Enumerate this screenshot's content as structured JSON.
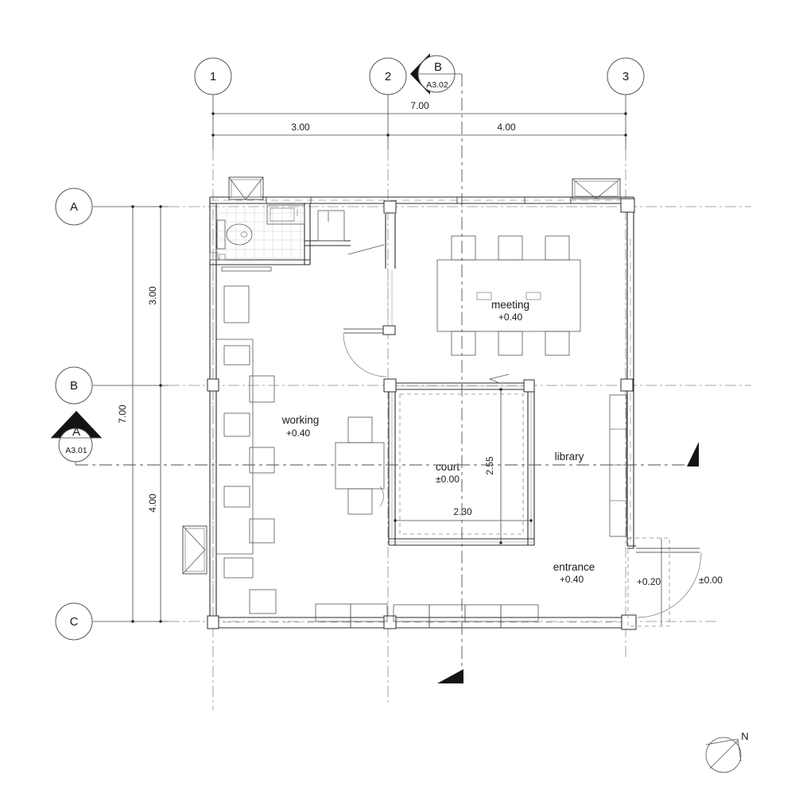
{
  "plan": {
    "grid": {
      "cols": [
        "1",
        "2",
        "3"
      ],
      "rows": [
        "A",
        "B",
        "C"
      ]
    },
    "dims": {
      "overall_w": "7.00",
      "w1": "3.00",
      "w2": "4.00",
      "overall_h": "7.00",
      "h1": "3.00",
      "h2": "4.00",
      "court_w": "2.30",
      "court_h": "2.55"
    },
    "rooms": {
      "meeting": {
        "name": "meeting",
        "level": "+0.40"
      },
      "working": {
        "name": "working",
        "level": "+0.40"
      },
      "court": {
        "name": "court",
        "level": "±0.00"
      },
      "library": {
        "name": "library"
      },
      "entrance": {
        "name": "entrance",
        "level": "+0.40"
      }
    },
    "outside_levels": {
      "porch": "+0.20",
      "ground": "±0.00"
    },
    "section_markers": {
      "a": {
        "letter": "A",
        "sheet": "A3.01"
      },
      "b": {
        "letter": "B",
        "sheet": "A3.02"
      }
    },
    "north_label": "N"
  }
}
